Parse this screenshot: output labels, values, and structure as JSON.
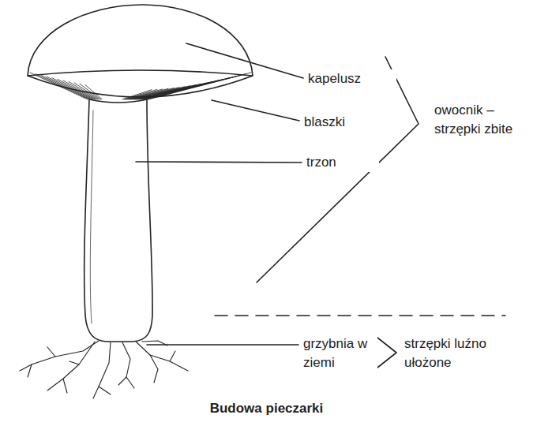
{
  "diagram": {
    "caption": "Budowa pieczarki",
    "labels": [
      "kapelusz",
      "blaszki",
      "trzon",
      "owocnik – strzępki zbite",
      "grzybnia w ziemi",
      "strzępki luźno ułożone"
    ]
  }
}
